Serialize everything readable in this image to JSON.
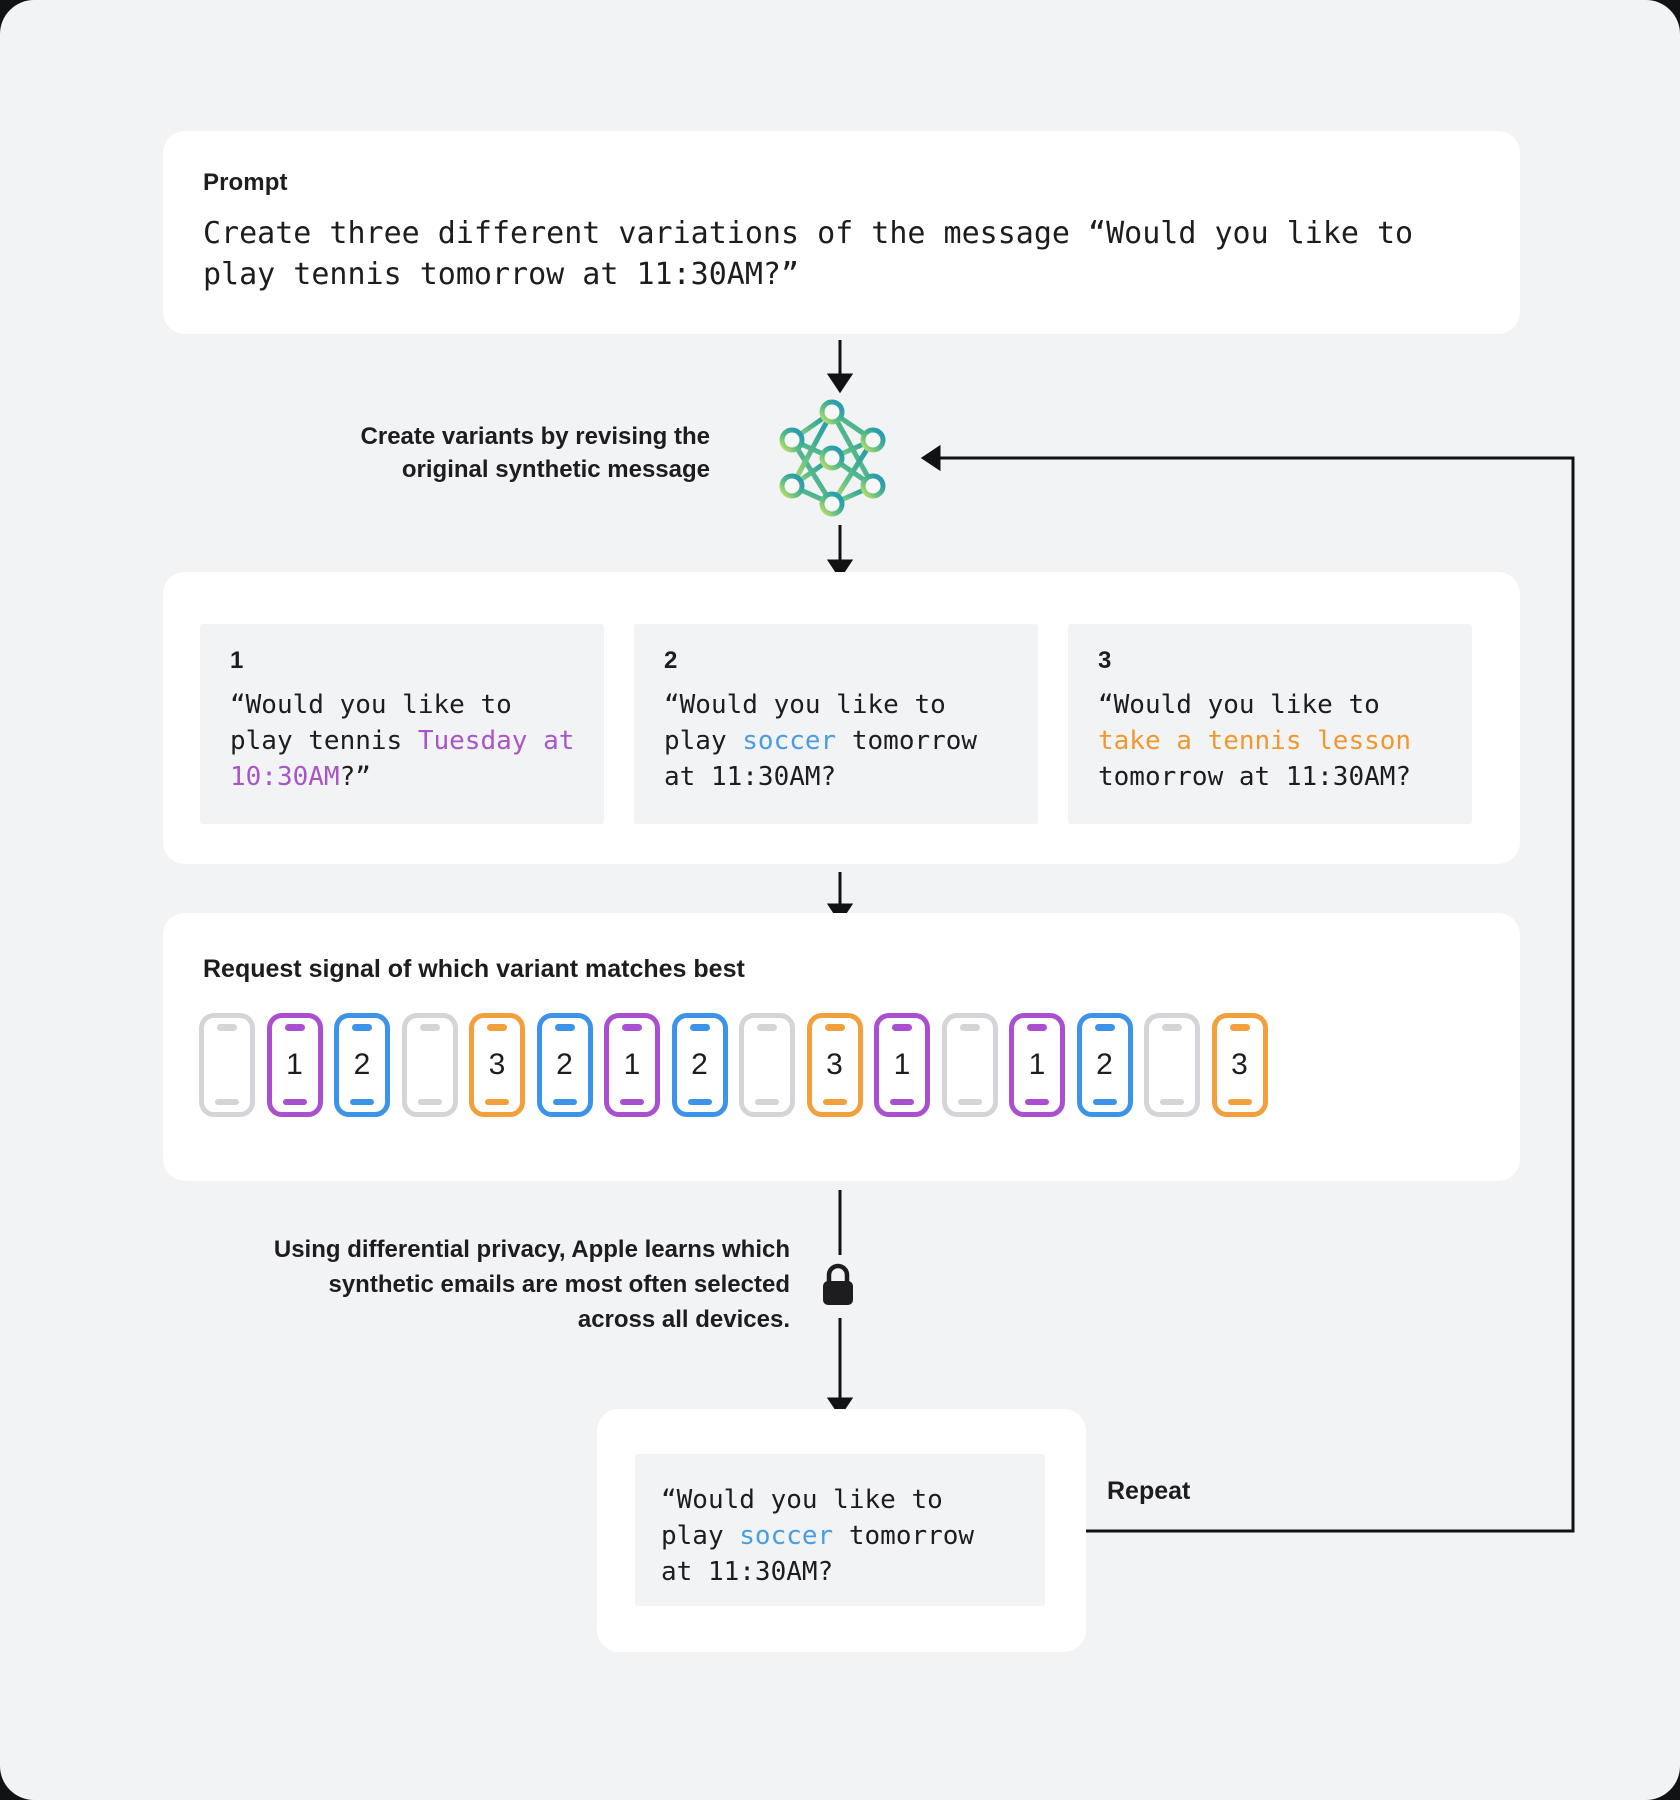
{
  "page": {
    "background": "#f2f3f5",
    "accent_purple": "#a855c8",
    "accent_blue": "#4a9de0",
    "accent_orange": "#f0982f"
  },
  "prompt": {
    "label": "Prompt",
    "text": "Create three different variations of the message “Would you like to play tennis tomorrow at 11:30AM?”"
  },
  "stage_variants": {
    "caption": "Create variants by revising the original synthetic message",
    "icon": "neural-network-icon"
  },
  "variants": [
    {
      "number": "1",
      "parts": [
        {
          "text": "“Would you like to play tennis ",
          "color": "default"
        },
        {
          "text": "Tuesday at 10:30AM",
          "color": "purple"
        },
        {
          "text": "?”",
          "color": "default"
        }
      ],
      "full_text": "“Would you like to play tennis Tuesday at 10:30AM?”"
    },
    {
      "number": "2",
      "parts": [
        {
          "text": "“Would you like to play ",
          "color": "default"
        },
        {
          "text": "soccer",
          "color": "blue"
        },
        {
          "text": " tomorrow at 11:30AM?",
          "color": "default"
        }
      ],
      "full_text": "“Would you like to play soccer tomorrow at 11:30AM?"
    },
    {
      "number": "3",
      "parts": [
        {
          "text": "“Would you like to ",
          "color": "default"
        },
        {
          "text": "take a tennis lesson",
          "color": "orange"
        },
        {
          "text": " tomorrow at 11:30AM?",
          "color": "default"
        }
      ],
      "full_text": "“Would you like to take a tennis lesson tomorrow at 11:30AM?"
    }
  ],
  "signal": {
    "title": "Request signal of which variant matches best",
    "phones": [
      {
        "value": "",
        "color": "gray"
      },
      {
        "value": "1",
        "color": "purple"
      },
      {
        "value": "2",
        "color": "blue"
      },
      {
        "value": "",
        "color": "gray"
      },
      {
        "value": "3",
        "color": "orange"
      },
      {
        "value": "2",
        "color": "blue"
      },
      {
        "value": "1",
        "color": "purple"
      },
      {
        "value": "2",
        "color": "blue"
      },
      {
        "value": "",
        "color": "gray"
      },
      {
        "value": "3",
        "color": "orange"
      },
      {
        "value": "1",
        "color": "purple"
      },
      {
        "value": "",
        "color": "gray"
      },
      {
        "value": "1",
        "color": "purple"
      },
      {
        "value": "2",
        "color": "blue"
      },
      {
        "value": "",
        "color": "gray"
      },
      {
        "value": "3",
        "color": "orange"
      }
    ]
  },
  "privacy": {
    "caption": "Using differential privacy, Apple learns which synthetic emails are most often selected across all devices.",
    "icon": "lock-icon"
  },
  "result": {
    "parts": [
      {
        "text": "“Would you like to play ",
        "color": "default"
      },
      {
        "text": "soccer",
        "color": "blue"
      },
      {
        "text": " tomorrow at 11:30AM?",
        "color": "default"
      }
    ],
    "full_text": "“Would you like to play soccer tomorrow at 11:30AM?"
  },
  "loop": {
    "label": "Repeat"
  }
}
